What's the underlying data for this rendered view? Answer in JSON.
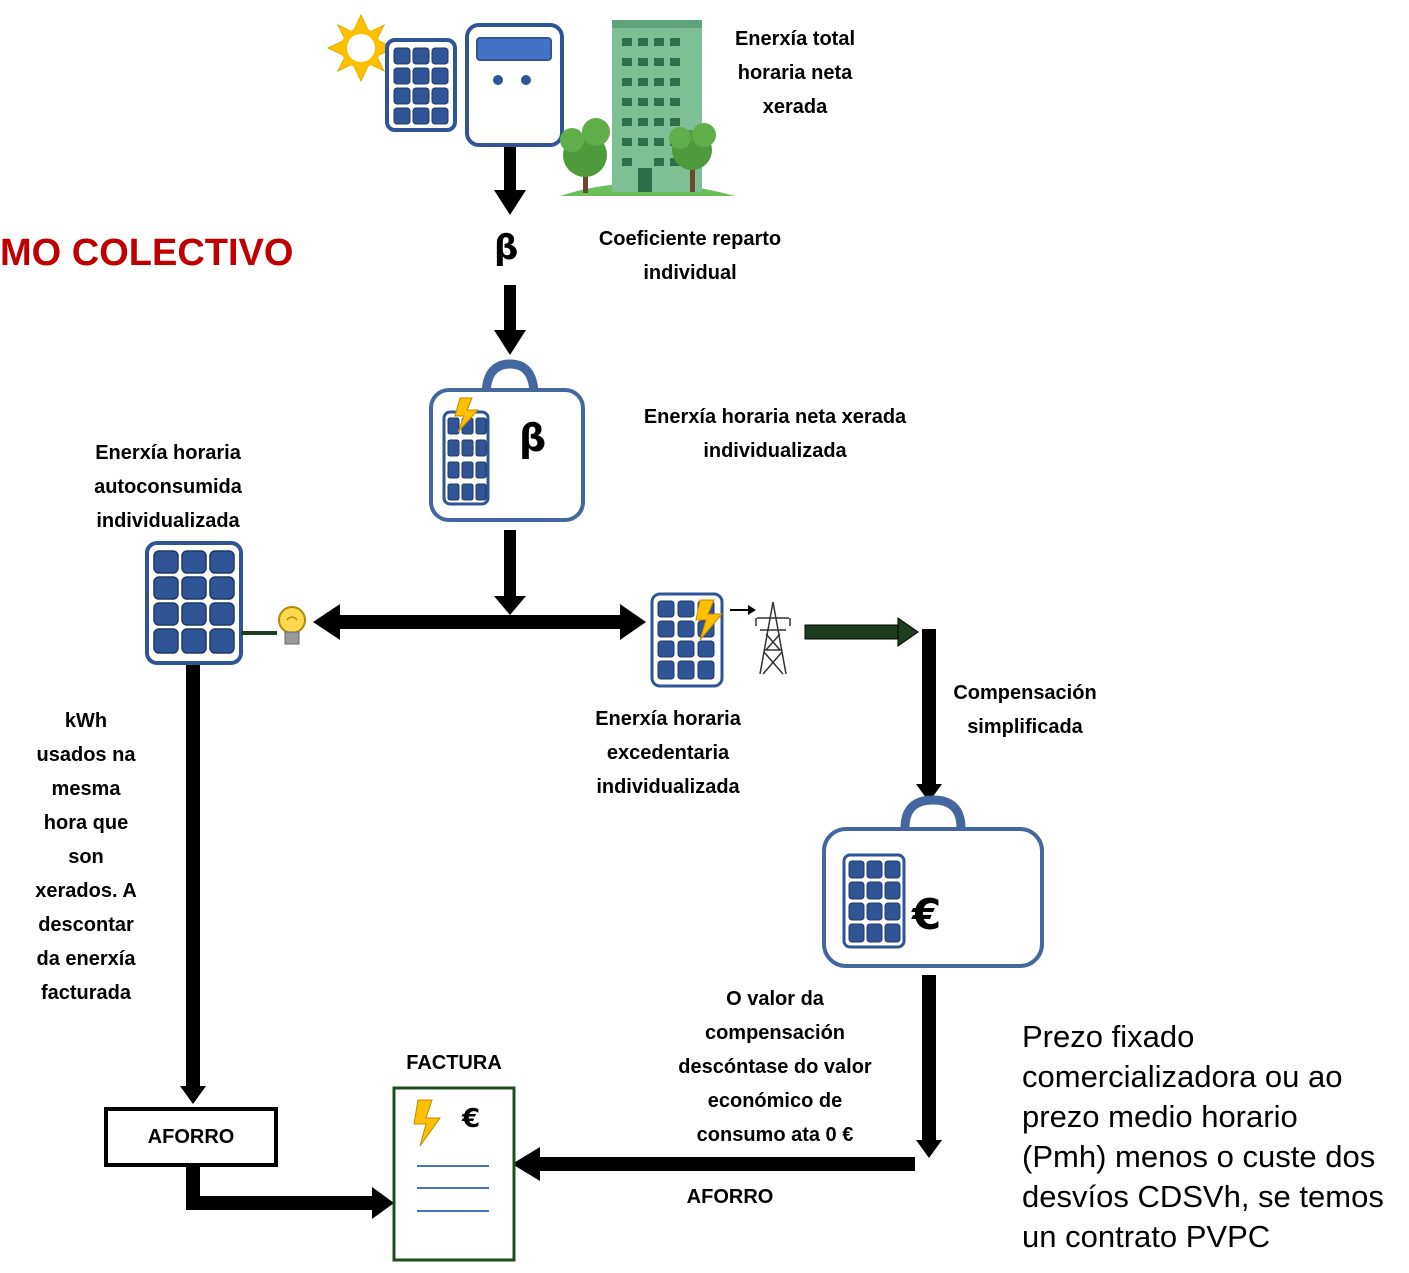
{
  "title": "MO COLECTIVO",
  "labels": {
    "total_generated": "Enerxía total\nhoraria neta\nxerada",
    "coefficient": "Coeficiente reparto\nindividual",
    "individual_generated": "Enerxía horaria neta xerada\nindividualizada",
    "self_consumed": "Enerxía horaria\nautoconsumida\nindividualizada",
    "surplus": "Enerxía horaria\nexcedentaria\nindividualizada",
    "compensation": "Compensación\nsimplificada",
    "kwh_used": "kWh\nusados na\nmesma\nhora que\nson\nxerados. A\ndescontar\nda enerxía\nfacturada",
    "compensation_value": "O valor da\ncompensación\ndescóntase do valor\neconómico de\nconsumo ata 0 €",
    "factura": "FACTURA",
    "aforro_box": "AFORRO",
    "aforro_bottom": "AFORRO",
    "price_note": "Prezo fixado\ncomercializadora ou ao\nprezo medio horario\n(Pmh) menos o custe dos\ndesvíos CDSVh, se temos\nun contrato PVPC"
  },
  "symbols": {
    "beta_arrow": "β",
    "beta_bag": "β",
    "euro_bag": "€",
    "euro_invoice": "€"
  },
  "colors": {
    "title_red": "#c00000",
    "panel_blue": "#2f5597",
    "panel_cell": "#4472c4",
    "bag_outline": "#44679f",
    "grid_green": "#1e3d1e",
    "invoice_green": "#1f4d1f",
    "sun_yellow": "#ffc000",
    "building_green": "#7fbf96"
  },
  "icons": [
    "sun-icon",
    "solar-panel-icon",
    "meter-icon",
    "building-icon",
    "bag-icon",
    "lightning-icon",
    "bulb-icon",
    "pylon-icon",
    "invoice-icon"
  ]
}
